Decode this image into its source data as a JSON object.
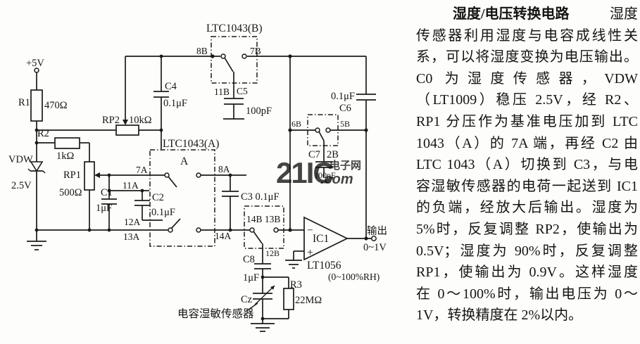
{
  "circuit": {
    "labels": {
      "vcc": "+5V",
      "r1": "R1",
      "r1_val": "470Ω",
      "r2": "R2",
      "r2_val": "1kΩ",
      "vdw": "VDW",
      "vdw_val": "2.5V",
      "rp1": "RP1",
      "rp1_val": "500Ω",
      "rp2": "RP2",
      "rp2_val": "10kΩ",
      "c1": "C1",
      "c1_val": "1μF",
      "c2": "C2",
      "c2_val": "0.1μF",
      "c3": "C3 0.1μF",
      "c4": "C4",
      "c4_val": "0.1μF",
      "c5": "C5",
      "c5_val": "100pF",
      "c6": "C6",
      "c6_val": "0.1μF",
      "c7": "C7",
      "c7_val": "100pF",
      "c8": "C8",
      "c8_val": "1μF",
      "cz": "Cz",
      "r3": "R3",
      "r3_val": "22MΩ",
      "ltc_b": "LTC1043(B)",
      "ltc_a": "LTC1043(A)",
      "a_mark": "A",
      "pin8b": "8B",
      "pin7b": "7B",
      "pin11b": "11B",
      "pin7a": "7A",
      "pin11a": "11A",
      "pin12a": "12A",
      "pin13a": "13A",
      "pin8a": "8A",
      "pin14a": "14A",
      "pin14b13b": "14B 13B",
      "pin12b": "12B",
      "pin6b": "6B",
      "pin5b": "5B",
      "pin2b": "2B",
      "ic1": "IC1",
      "ic1_model": "LT1056",
      "ic1_range": "(0~100%RH)",
      "minus": "−",
      "plus": "+",
      "out": "输出",
      "out_val": "0~1V",
      "sensor": "电容湿敏传感器"
    },
    "watermark": {
      "main": "21IC",
      "cn": "电子网",
      "com": ".com",
      "color": "#ec9fae"
    }
  },
  "article": {
    "title": "湿度/电压转换电路",
    "title_tail": "湿度",
    "lines": [
      "传感器利用湿度与电容成线性关",
      "系，可以将湿度变换为电压输出。",
      "C0 为湿度传感器，VDW",
      "（LT1009）稳压 2.5V，经 R2、",
      "RP1 分压作为基准电压加到 LTC",
      "1043（A）的 7A 端，再经 C2 由",
      "LTC 1043（A）切换到 C3，与电",
      "容湿敏传感器的电荷一起送到 IC1",
      "的负端，经放大后输出。湿度为",
      "5%时，反复调整 RP2，使输出为",
      "0.5V；湿度为 90%时，反复调整",
      "RP1，使输出为 0.9V。这样湿度",
      "在 0～100%时，输出电压为 0～",
      "1V，转换精度在 2%以内。"
    ]
  }
}
